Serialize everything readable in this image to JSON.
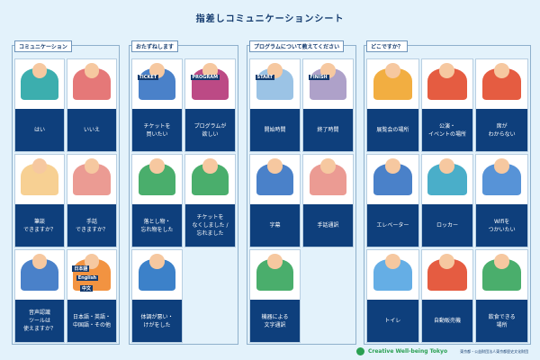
{
  "title": "指差しコミュニケーションシート",
  "sections": [
    {
      "label": "コミュニケーション",
      "cards": [
        {
          "label": "はい",
          "icon": "circle-yes-icon",
          "color": "#1aa0a0"
        },
        {
          "label": "いいえ",
          "icon": "cross-no-icon",
          "color": "#e06060"
        },
        {
          "label": "筆談\nできますか？",
          "icon": "pencil-speech-icon",
          "color": "#f6c880"
        },
        {
          "label": "手話\nできますか？",
          "icon": "sign-language-icon",
          "color": "#e88a80"
        },
        {
          "label": "音声認識\nツールは\n使えますか？",
          "icon": "smartphone-icon",
          "color": "#2a6bc0"
        },
        {
          "label": "日本語・英語・\n中国語・その他",
          "icon": "languages-icon",
          "color": "#f08020",
          "words": [
            "日本語",
            "English",
            "中文"
          ]
        }
      ]
    },
    {
      "label": "おたずねします",
      "cards": [
        {
          "label": "チケットを\n買いたい",
          "icon": "ticket-icon",
          "color": "#2a6bc0",
          "words": [
            "TICKET"
          ]
        },
        {
          "label": "プログラムが\n欲しい",
          "icon": "program-icon",
          "color": "#b02a70",
          "words": [
            "PROGRAM"
          ]
        },
        {
          "label": "落とし物・\n忘れ物をした",
          "icon": "lost-key-icon",
          "color": "#2aa052"
        },
        {
          "label": "チケットを\nなくしました /\n忘れました",
          "icon": "lost-ticket-icon",
          "color": "#2aa052"
        },
        {
          "label": "体調が悪い・\nけがをした",
          "icon": "injury-icon",
          "color": "#1a6bc0"
        }
      ]
    },
    {
      "label": "プログラムについて教えてください",
      "cards": [
        {
          "label": "開始時間",
          "icon": "clock-start-icon",
          "color": "#8ab8e0",
          "words": [
            "START"
          ]
        },
        {
          "label": "終了時間",
          "icon": "clock-finish-icon",
          "color": "#a090c0",
          "words": [
            "FINISH"
          ]
        },
        {
          "label": "字幕",
          "icon": "subtitles-icon",
          "color": "#2a6bc0"
        },
        {
          "label": "手話通訳",
          "icon": "sign-interpreter-icon",
          "color": "#e88a80"
        },
        {
          "label": "機器による\n文字通訳",
          "icon": "tablet-text-icon",
          "color": "#2aa052"
        }
      ]
    },
    {
      "label": "どこですか？",
      "cards": [
        {
          "label": "展覧会の場所",
          "icon": "exhibition-icon",
          "color": "#f0a020"
        },
        {
          "label": "公演・\nイベントの場所",
          "icon": "theater-icon",
          "color": "#e04020"
        },
        {
          "label": "席が\nわからない",
          "icon": "seat-icon",
          "color": "#e04020"
        },
        {
          "label": "エレベーター",
          "icon": "elevator-icon",
          "color": "#2a6bc0"
        },
        {
          "label": "ロッカー",
          "icon": "locker-icon",
          "color": "#2aa0c0"
        },
        {
          "label": "Wifiを\nつかいたい",
          "icon": "wifi-icon",
          "color": "#3a80d0"
        },
        {
          "label": "トイレ",
          "icon": "toilet-icon",
          "color": "#4aa0e0"
        },
        {
          "label": "自動販売機",
          "icon": "vending-machine-icon",
          "color": "#e04020"
        },
        {
          "label": "飲食できる\n場所",
          "icon": "food-icon",
          "color": "#2aa052"
        }
      ]
    }
  ],
  "footer": {
    "brand": "Creative Well-being Tokyo",
    "org": "東京都・公益財団法人東京都歴史文化財団"
  }
}
